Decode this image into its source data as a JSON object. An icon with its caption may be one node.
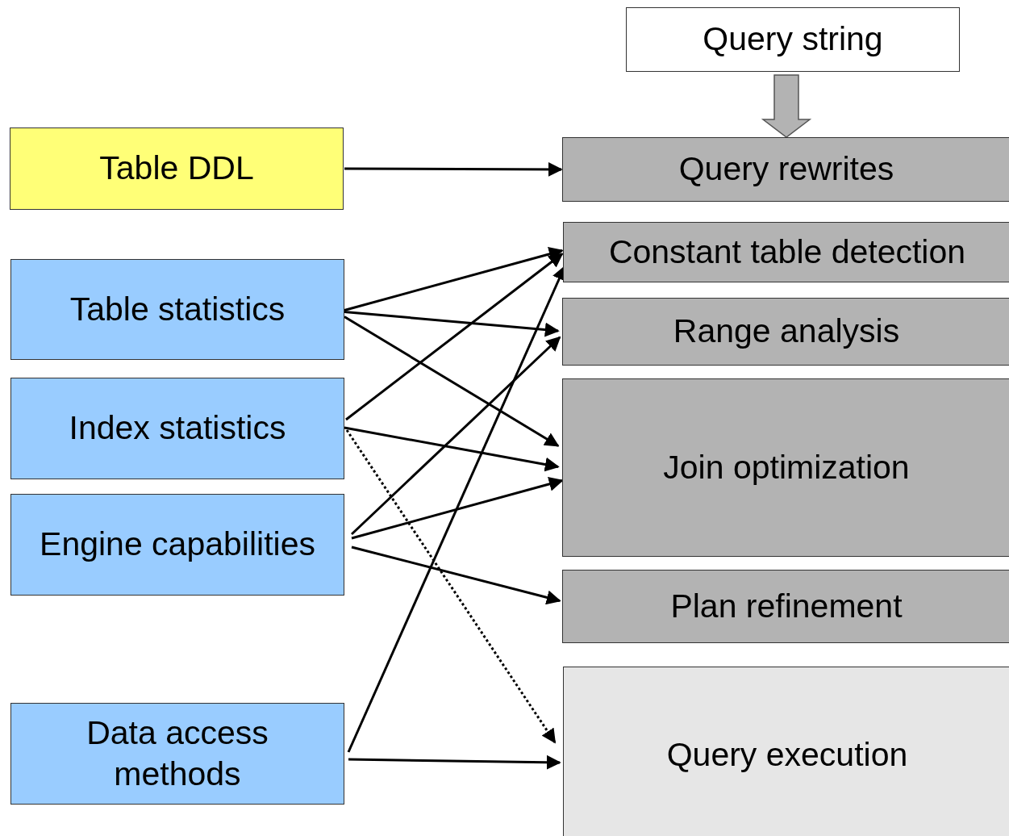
{
  "diagram": {
    "nodes": [
      {
        "text": [
          "Query string"
        ]
      },
      {
        "text": [
          "Table DDL"
        ]
      },
      {
        "text": [
          "Table statistics"
        ]
      },
      {
        "text": [
          "Index statistics"
        ]
      },
      {
        "text": [
          "Engine capabilities"
        ]
      },
      {
        "text": [
          "Data access methods"
        ]
      },
      {
        "text": [
          "Query rewrites"
        ]
      },
      {
        "text": [
          "Constant table detection"
        ]
      },
      {
        "text": [
          "Range analysis"
        ]
      },
      {
        "text": [
          "Join optimization"
        ]
      },
      {
        "text": [
          "Plan refinement"
        ]
      },
      {
        "text": [
          "Query execution"
        ]
      }
    ],
    "edges": [
      {
        "from": 0,
        "to": 6,
        "arrow": "to",
        "style": "thick",
        "color": "#b3b3b3"
      },
      {
        "from": 1,
        "to": 6,
        "arrow": "to"
      },
      {
        "from": 2,
        "to": 7,
        "arrow": "to"
      },
      {
        "from": 2,
        "to": 8,
        "arrow": "to"
      },
      {
        "from": 2,
        "to": 9,
        "arrow": "to"
      },
      {
        "from": 3,
        "to": 7,
        "arrow": "to"
      },
      {
        "from": 3,
        "to": 9,
        "arrow": "to"
      },
      {
        "from": 3,
        "to": 11,
        "arrow": "to",
        "style": "dashed"
      },
      {
        "from": 4,
        "to": 8,
        "arrow": "to"
      },
      {
        "from": 4,
        "to": 9,
        "arrow": "to"
      },
      {
        "from": 4,
        "to": 10,
        "arrow": "to"
      },
      {
        "from": 5,
        "to": 7,
        "arrow": "to"
      },
      {
        "from": 5,
        "to": 11,
        "arrow": "to"
      }
    ]
  }
}
